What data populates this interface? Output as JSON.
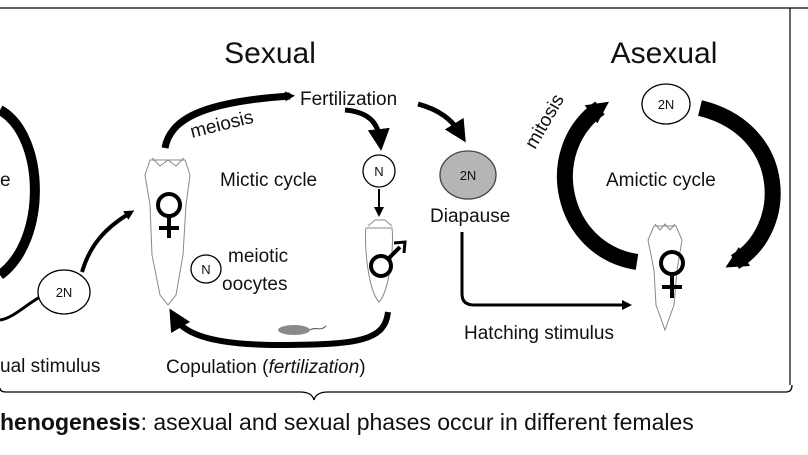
{
  "labels": {
    "sexual": "Sexual",
    "asexual": "Asexual",
    "fertilization": "Fertilization",
    "meiosis": "meiosis",
    "mictic_cycle": "Mictic cycle",
    "meiotic": "meiotic",
    "oocytes": "oocytes",
    "n_top": "N",
    "n_oocyte": "N",
    "two_n_diapause": "2N",
    "diapause": "Diapause",
    "two_n_left": "2N",
    "sexual_stimulus_partial": "ual stimulus",
    "left_cut_letter": "e",
    "copulation": "Copulation (",
    "copulation_italic": "fertilization",
    "copulation_end": ")",
    "mitosis": "mitosis",
    "two_n_asexual": "2N",
    "amictic_cycle": "Amictic cycle",
    "hatching_stimulus": "Hatching stimulus",
    "caption_bold": "henogenesis",
    "caption_rest": ": asexual and sexual phases occur in different females"
  },
  "colors": {
    "arrow": "#000000",
    "diapause_egg": "#b5b5b5",
    "sperm": "#8a8a8a"
  },
  "icons": [
    "female-symbol",
    "male-symbol",
    "rotifer-outline",
    "sperm-icon"
  ]
}
